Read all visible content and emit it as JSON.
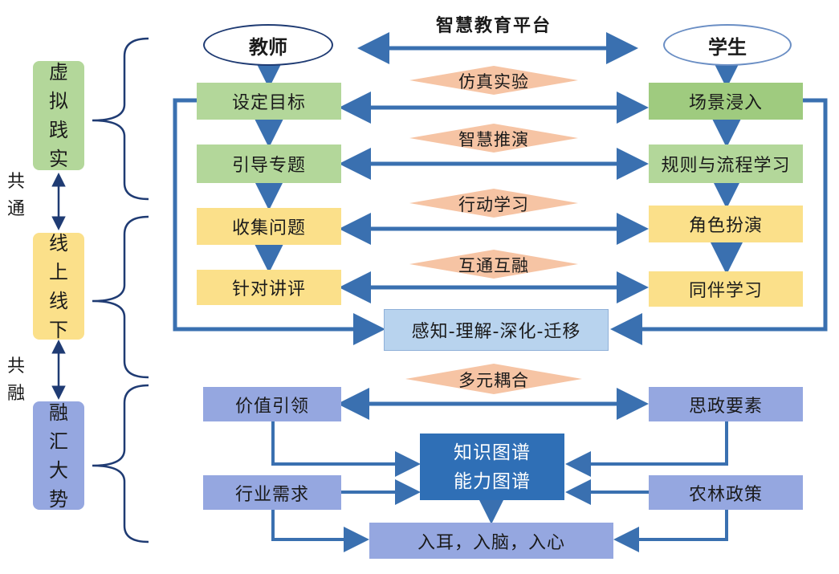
{
  "title": "智慧教育平台",
  "teacher": "教师",
  "student": "学生",
  "left_stages": {
    "virtual": [
      "虚",
      "拟",
      "践",
      "实"
    ],
    "online": [
      "线",
      "上",
      "线",
      "下"
    ],
    "trend": [
      "融",
      "汇",
      "大",
      "势"
    ]
  },
  "connectors": {
    "gongtong": [
      "共",
      "通"
    ],
    "gongrong": [
      "共",
      "融"
    ]
  },
  "teacher_steps": [
    "设定目标",
    "引导专题",
    "收集问题",
    "针对讲评"
  ],
  "student_steps": [
    "场景浸入",
    "规则与流程学习",
    "角色扮演",
    "同伴学习"
  ],
  "methods": [
    "仿真实验",
    "智慧推演",
    "行动学习",
    "互通互融"
  ],
  "cognition": "感知-理解-深化-迁移",
  "multi": "多元耦合",
  "value_lead": "价值引领",
  "ideology": "思政要素",
  "industry": "行业需求",
  "policy": "农林政策",
  "core": [
    "知识图谱",
    "能力图谱"
  ],
  "outcome": "入耳，入脑，入心",
  "colors": {
    "arrow": "#3a70b0",
    "bracket": "#1f3b73",
    "diamond": "#f6c4a4",
    "green": "#b3d79a",
    "yellow": "#fbe08a",
    "blue": "#95a7e0",
    "core": "#2f6fb6"
  }
}
